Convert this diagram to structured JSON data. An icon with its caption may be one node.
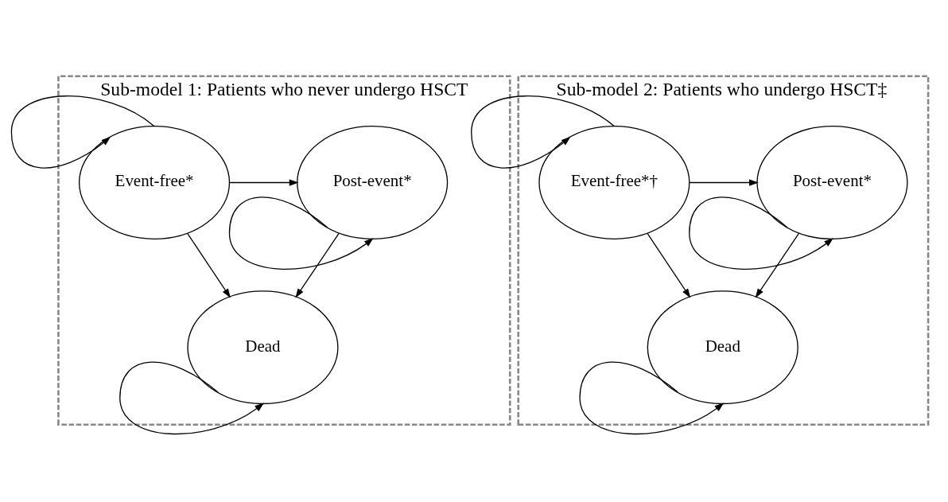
{
  "diagram": {
    "nodes": [
      {
        "text": [
          "Sub-model 1: Patients who never undergo HSCT"
        ]
      },
      {
        "text": [
          "Event-free*"
        ],
        "in": 0
      },
      {
        "text": [
          "Post-event*"
        ],
        "in": 0
      },
      {
        "text": [
          "Dead"
        ],
        "in": 0
      },
      {
        "text": [
          "Sub-model 2: Patients who undergo HSCT‡"
        ]
      },
      {
        "text": [
          "Event-free*†"
        ],
        "in": 4
      },
      {
        "text": [
          "Post-event*"
        ],
        "in": 4
      },
      {
        "text": [
          "Dead"
        ],
        "in": 4
      }
    ],
    "edges": [
      {
        "from": 1,
        "to": 1,
        "arrow": "to"
      },
      {
        "from": 2,
        "to": 2,
        "arrow": "to"
      },
      {
        "from": 1,
        "to": 2,
        "arrow": "to"
      },
      {
        "from": 1,
        "to": 3,
        "arrow": "to"
      },
      {
        "from": 2,
        "to": 3,
        "arrow": "to"
      },
      {
        "from": 3,
        "to": 3,
        "arrow": "to"
      },
      {
        "from": 5,
        "to": 5,
        "arrow": "to"
      },
      {
        "from": 6,
        "to": 6,
        "arrow": "to"
      },
      {
        "from": 5,
        "to": 6,
        "arrow": "to"
      },
      {
        "from": 5,
        "to": 7,
        "arrow": "to"
      },
      {
        "from": 6,
        "to": 7,
        "arrow": "to"
      },
      {
        "from": 7,
        "to": 7,
        "arrow": "to"
      }
    ]
  }
}
